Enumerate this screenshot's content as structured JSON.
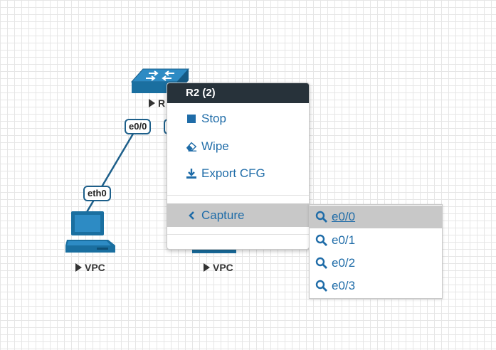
{
  "topology": {
    "router": {
      "label": "R",
      "icon": "router-icon"
    },
    "vpc_left": {
      "label": "VPC",
      "icon": "pc-icon"
    },
    "vpc_right": {
      "label": "VPC",
      "icon": "pc-icon"
    },
    "links": [
      {
        "port_a": "e0/0",
        "port_b": "eth0"
      }
    ]
  },
  "context_menu": {
    "title": "R2 (2)",
    "items": [
      {
        "label": "Stop",
        "icon": "stop-icon"
      },
      {
        "label": "Wipe",
        "icon": "eraser-icon"
      },
      {
        "label": "Export CFG",
        "icon": "download-icon"
      },
      {
        "label": "Capture",
        "icon": "chevron-left-icon",
        "active": true
      }
    ]
  },
  "capture_submenu": {
    "items": [
      {
        "label": "e0/0",
        "icon": "search-icon",
        "active": true
      },
      {
        "label": "e0/1",
        "icon": "search-icon"
      },
      {
        "label": "e0/2",
        "icon": "search-icon"
      },
      {
        "label": "e0/3",
        "icon": "search-icon"
      }
    ]
  },
  "colors": {
    "accent": "#1f6ca8",
    "header_bg": "#27323a",
    "highlight": "#c8c8c8",
    "device": "#1a6fa0"
  }
}
